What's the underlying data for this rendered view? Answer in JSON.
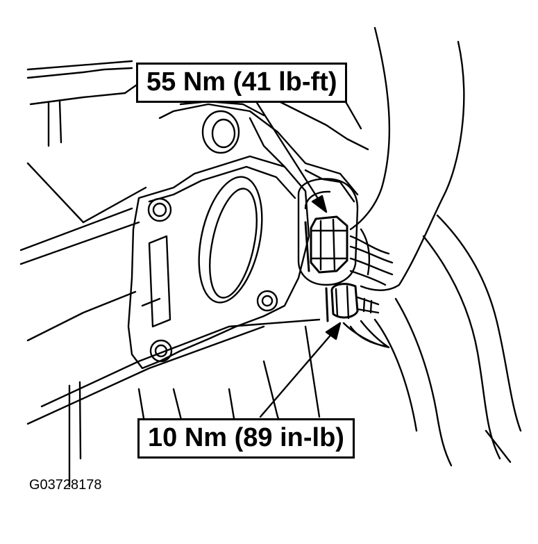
{
  "callouts": {
    "upper_bolt_torque": "55 Nm (41 lb-ft)",
    "lower_bolt_torque": "10 Nm (89 in-lb)"
  },
  "figure_id": "G03728178",
  "colors": {
    "ink": "#000000",
    "paper": "#ffffff"
  }
}
